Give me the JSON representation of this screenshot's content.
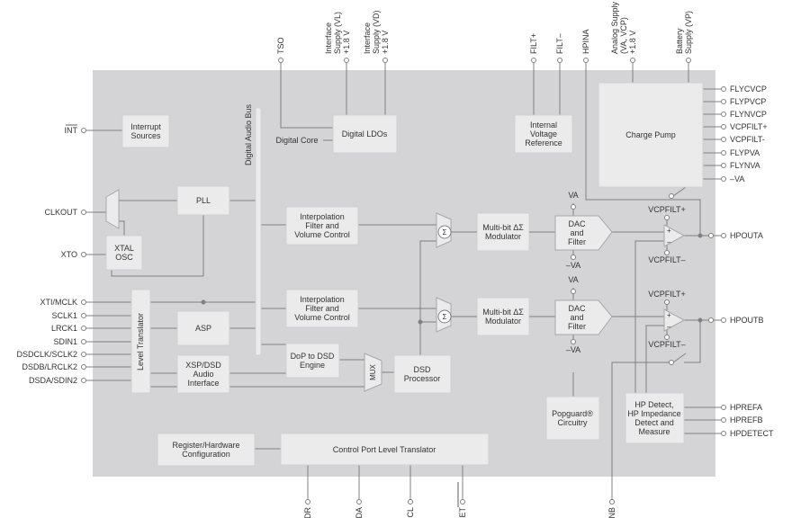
{
  "colors": {
    "background": "#ffffff",
    "chip_body": "#d4d4d6",
    "block_fill": "#ebebeb",
    "wire": "#808080",
    "text": "#333333"
  },
  "top_pins": {
    "tso": "TSO",
    "vl": "Interface\nSupply (VL)\n+1.8 V",
    "vd": "Interface\nSupply (VD)\n+1.8 V",
    "filt_plus": "FILT+",
    "filt_minus": "FILT–",
    "hpina": "HPINA",
    "va": "Analog Supply\n(VA, VCP)\n+1.8 V",
    "vp": "Battery\nSupply (VP)"
  },
  "left_pins": {
    "int": "INT",
    "clkout": "CLKOUT",
    "xto": "XTO",
    "xti": "XTI/MCLK",
    "sclk1": "SCLK1",
    "lrck1": "LRCK1",
    "sdin1": "SDIN1",
    "dsdclk": "DSDCLK/SCLK2",
    "dsdb": "DSDB/LRCLK2",
    "dsda": "DSDA/SDIN2"
  },
  "right_pins": {
    "flycvcp": "FLYCVCP",
    "flypvcp": "FLYPVCP",
    "flynvcp": "FLYNVCP",
    "vcpfilt_p": "VCPFILT+",
    "vcpfilt_m": "VCPFILT-",
    "flypva": "FLYPVA",
    "flynva": "FLYNVA",
    "neg_va": "–VA",
    "hpouta": "HPOUTA",
    "hpoutb": "HPOUTB",
    "hprefa": "HPREFA",
    "hprefb": "HPREFB",
    "hpdetect": "HPDETECT"
  },
  "bottom_pins": {
    "adr": "ADR",
    "sda": "SDA",
    "scl": "SCL",
    "reset": "RESET",
    "hpinb": "HPINB"
  },
  "blocks": {
    "interrupt": "Interrupt\nSources",
    "digital_ldos": "Digital LDOs",
    "digital_core": "Digital Core",
    "bus": "Digital Audio Bus",
    "pll": "PLL",
    "xtal": "XTAL\nOSC",
    "level_translator": "Level Translator",
    "asp": "ASP",
    "xsp": "XSP/DSD\nAudio\nInterface",
    "interp_a": "Interpolation\nFilter and\nVolume Control",
    "interp_b": "Interpolation\nFilter and\nVolume Control",
    "dop": "DoP to DSD\nEngine",
    "mux_label": "MUX",
    "dsd_proc": "DSD\nProcessor",
    "mod_a": "Multi-bit ΔΣ\nModulator",
    "mod_b": "Multi-bit ΔΣ\nModulator",
    "dac_a": "DAC\nand\nFilter",
    "dac_b": "DAC\nand\nFilter",
    "voltage_ref": "Internal\nVoltage\nReference",
    "charge_pump": "Charge Pump",
    "popguard": "Popguard®\nCircuitry",
    "hp_detect": "HP Detect,\nHP Impedance\nDetect and\nMeasure",
    "register": "Register/Hardware\nConfiguration",
    "control_port": "Control Port Level Translator",
    "sigma": "Σ"
  },
  "amp_labels": {
    "va_a": "VA",
    "nva_a": "–VA",
    "va_b": "VA",
    "nva_b": "–VA",
    "vcpp_a": "VCPFILT+",
    "vcpm_a": "VCPFILT–",
    "vcpp_b": "VCPFILT+",
    "vcpm_b": "VCPFILT–",
    "plus": "+",
    "minus": "–"
  }
}
